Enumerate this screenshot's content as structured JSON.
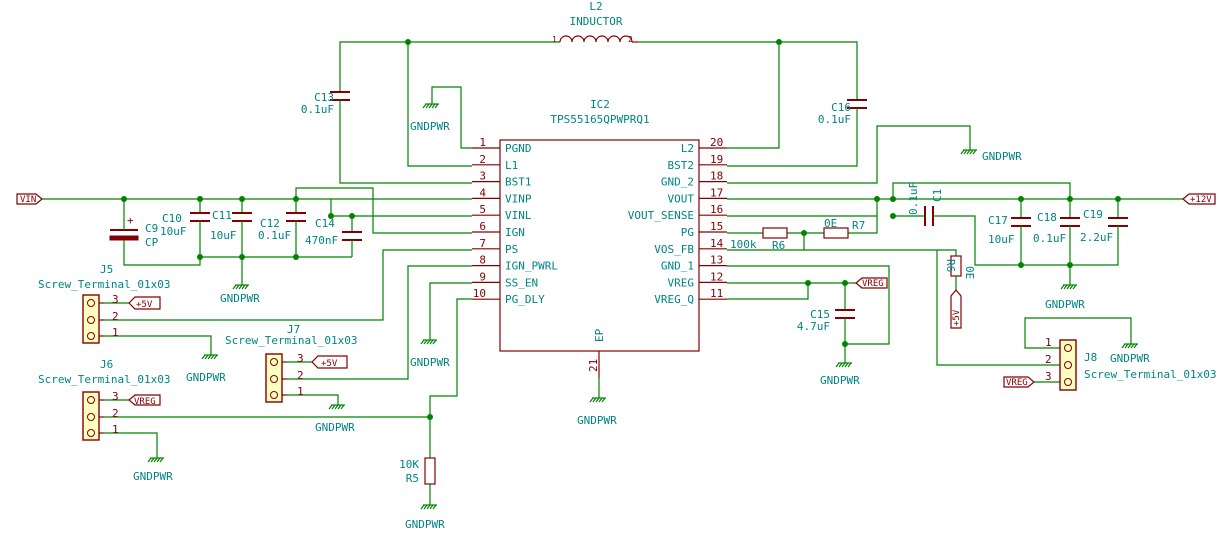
{
  "ic": {
    "ref": "IC2",
    "value": "TPS55165QPWPRQ1",
    "left_pins": [
      {
        "num": "1",
        "name": "PGND"
      },
      {
        "num": "2",
        "name": "L1"
      },
      {
        "num": "3",
        "name": "BST1"
      },
      {
        "num": "4",
        "name": "VINP"
      },
      {
        "num": "5",
        "name": "VINL"
      },
      {
        "num": "6",
        "name": "IGN"
      },
      {
        "num": "7",
        "name": "PS"
      },
      {
        "num": "8",
        "name": "IGN_PWRL"
      },
      {
        "num": "9",
        "name": "SS_EN"
      },
      {
        "num": "10",
        "name": "PG_DLY"
      }
    ],
    "right_pins": [
      {
        "num": "20",
        "name": "L2"
      },
      {
        "num": "19",
        "name": "BST2"
      },
      {
        "num": "18",
        "name": "GND_2"
      },
      {
        "num": "17",
        "name": "VOUT"
      },
      {
        "num": "16",
        "name": "VOUT_SENSE"
      },
      {
        "num": "15",
        "name": "PG"
      },
      {
        "num": "14",
        "name": "VOS_FB"
      },
      {
        "num": "13",
        "name": "GND_1"
      },
      {
        "num": "12",
        "name": "VREG"
      },
      {
        "num": "11",
        "name": "VREG_Q"
      }
    ],
    "bottom_pin": {
      "num": "21",
      "name": "EP"
    }
  },
  "inductor": {
    "ref": "L2",
    "value": "INDUCTOR",
    "pin1": "1",
    "pin2": "2"
  },
  "capacitors": {
    "C9": {
      "ref": "C9",
      "value": "CP",
      "polarity": "+"
    },
    "C10": {
      "ref": "C10",
      "value": "10uF"
    },
    "C11": {
      "ref": "C11",
      "value": "10uF"
    },
    "C12": {
      "ref": "C12",
      "value": "0.1uF"
    },
    "C13": {
      "ref": "C13",
      "value": "0.1uF"
    },
    "C14": {
      "ref": "C14",
      "value": "470nF"
    },
    "C15": {
      "ref": "C15",
      "value": "4.7uF"
    },
    "C16": {
      "ref": "C16",
      "value": "0.1uF"
    },
    "C17": {
      "ref": "C17",
      "value": "10uF"
    },
    "C18": {
      "ref": "C18",
      "value": "0.1uF"
    },
    "C19": {
      "ref": "C19",
      "value": "2.2uF"
    },
    "C1": {
      "ref": "C1",
      "value": "0.1uF"
    }
  },
  "resistors": {
    "R5": {
      "ref": "R5",
      "value": "10K"
    },
    "R6a": {
      "ref": "R6",
      "value": "100k"
    },
    "R6b": {
      "ref": "R6",
      "value": "0E"
    },
    "R7": {
      "ref": "R7",
      "value": "0E"
    }
  },
  "connectors": {
    "J5": {
      "ref": "J5",
      "value": "Screw_Terminal_01x03",
      "pins": [
        "3",
        "2",
        "1"
      ]
    },
    "J6": {
      "ref": "J6",
      "value": "Screw_Terminal_01x03",
      "pins": [
        "3",
        "2",
        "1"
      ]
    },
    "J7": {
      "ref": "J7",
      "value": "Screw_Terminal_01x03",
      "pins": [
        "3",
        "2",
        "1"
      ]
    },
    "J8": {
      "ref": "J8",
      "value": "Screw_Terminal_01x03",
      "pins": [
        "1",
        "2",
        "3"
      ]
    }
  },
  "net_labels": {
    "vin": "VIN",
    "plus12v": "+12V",
    "plus5v": "+5V",
    "vreg": "VREG",
    "gnd": "GNDPWR"
  },
  "colors": {
    "wire": "#008400",
    "component": "#840000",
    "text": "#008484",
    "terminal_fill": "#ffffc2"
  }
}
